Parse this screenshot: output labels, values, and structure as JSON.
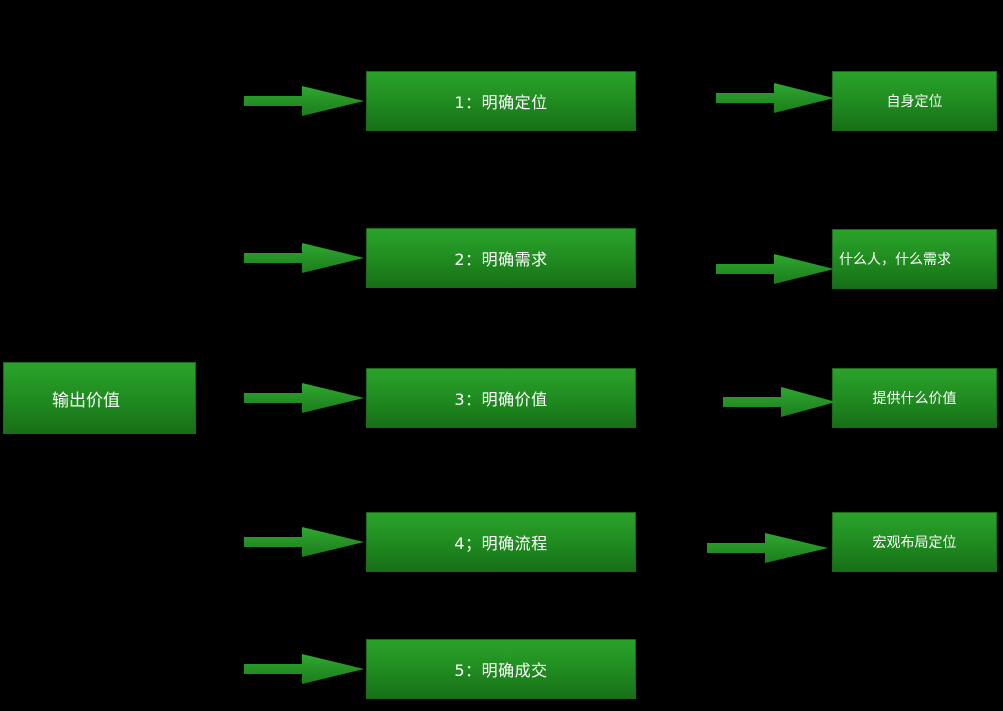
{
  "diagram": {
    "root": {
      "label": "输出价值"
    },
    "steps": [
      {
        "label": "1：明确定位"
      },
      {
        "label": "2：明确需求"
      },
      {
        "label": "3：明确价值"
      },
      {
        "label": "4；明确流程"
      },
      {
        "label": "5：明确成交"
      }
    ],
    "details": [
      {
        "label": "自身定位"
      },
      {
        "label": "什么人，什么需求"
      },
      {
        "label": "提供什么价值"
      },
      {
        "label": "宏观布局定位"
      }
    ],
    "colors": {
      "background": "#000000",
      "box_fill": "#219921",
      "arrow_fill": "#238e23",
      "text": "#ffffff"
    }
  }
}
